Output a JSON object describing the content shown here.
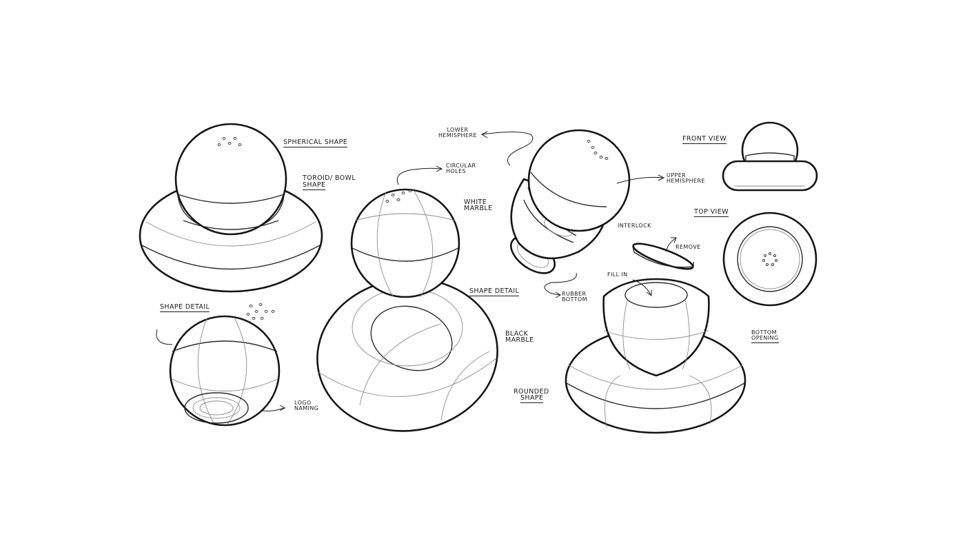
{
  "labels": {
    "spherical_shape": "SPHERICAL SHAPE",
    "toroid_bowl_1": "TOROID/ BOWL",
    "toroid_bowl_2": "SHAPE",
    "shape_detail_left": "SHAPE DETAIL",
    "logo_naming_1": "LOGO",
    "logo_naming_2": "NAMING",
    "circular_holes_1": "CIRCULAR",
    "circular_holes_2": "HOLES",
    "white_marble_1": "WHITE",
    "white_marble_2": "MARBLE",
    "shape_detail_center": "SHAPE DETAIL",
    "black_marble_1": "BLACK",
    "black_marble_2": "MARBLE",
    "rounded_shape_1": "ROUNDED",
    "rounded_shape_2": "SHAPE",
    "lower_hemisphere_1": "LOWER",
    "lower_hemisphere_2": "HEMISPHERE",
    "upper_hemisphere_1": "UPPER",
    "upper_hemisphere_2": "HEMISPHERE",
    "interlock": "INTERLOCK",
    "remove": "REMOVE",
    "fill_in": "FILL IN",
    "rubber_bottom_1": "RUBBER",
    "rubber_bottom_2": "BOTTOM",
    "bottom_opening_1": "BOTTOM",
    "bottom_opening_2": "OPENING",
    "front_view": "FRONT VIEW",
    "top_view": "TOP VIEW"
  },
  "colors": {
    "background": "#ffffff",
    "outline": "#141414",
    "construction": "#8a8a8a"
  }
}
